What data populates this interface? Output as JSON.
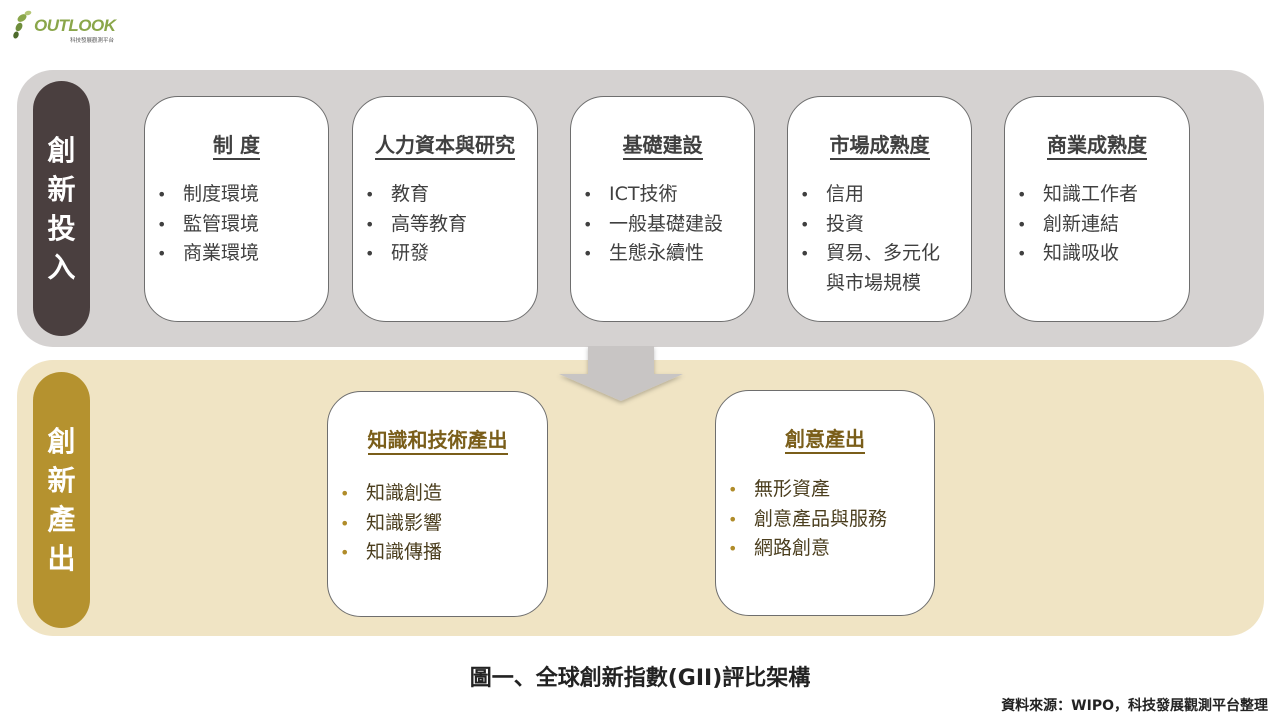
{
  "logo": {
    "brand": "OUTLOOK",
    "subtitle": "科技發展觀測平台"
  },
  "input_section": {
    "label": [
      "創",
      "新",
      "投",
      "入"
    ],
    "pillars": [
      {
        "title": "制 度",
        "items": [
          [
            "制度環境"
          ],
          [
            "監管環境"
          ],
          [
            "商業環境"
          ]
        ]
      },
      {
        "title": "人力資本與研究",
        "items": [
          [
            "教育"
          ],
          [
            "高等教育"
          ],
          [
            "研發"
          ]
        ]
      },
      {
        "title": "基礎建設",
        "items": [
          [
            "ICT技術"
          ],
          [
            "一般基礎建設"
          ],
          [
            "生態永續性"
          ]
        ]
      },
      {
        "title": "市場成熟度",
        "items": [
          [
            "信用"
          ],
          [
            "投資"
          ],
          [
            "貿易、多元化",
            "與市場規模"
          ]
        ]
      },
      {
        "title": "商業成熟度",
        "items": [
          [
            "知識工作者"
          ],
          [
            "創新連結"
          ],
          [
            "知識吸收"
          ]
        ]
      }
    ]
  },
  "output_section": {
    "label": [
      "創",
      "新",
      "產",
      "出"
    ],
    "pillars": [
      {
        "title": "知識和技術產出",
        "items": [
          [
            "知識創造"
          ],
          [
            "知識影響"
          ],
          [
            "知識傳播"
          ]
        ]
      },
      {
        "title": "創意產出",
        "items": [
          [
            "無形資產"
          ],
          [
            "創意產品與服務"
          ],
          [
            "網路創意"
          ]
        ]
      }
    ]
  },
  "caption": "圖一、全球創新指數(GII)評比架構",
  "source": "資料來源：WIPO，科技發展觀測平台整理",
  "colors": {
    "input_panel": "#d5d2d1",
    "input_label": "#4a3f3f",
    "output_panel": "#f0e4c4",
    "output_label": "#b5922f",
    "arrow": "#c8c5c4",
    "logo_green": "#8aa64a"
  }
}
